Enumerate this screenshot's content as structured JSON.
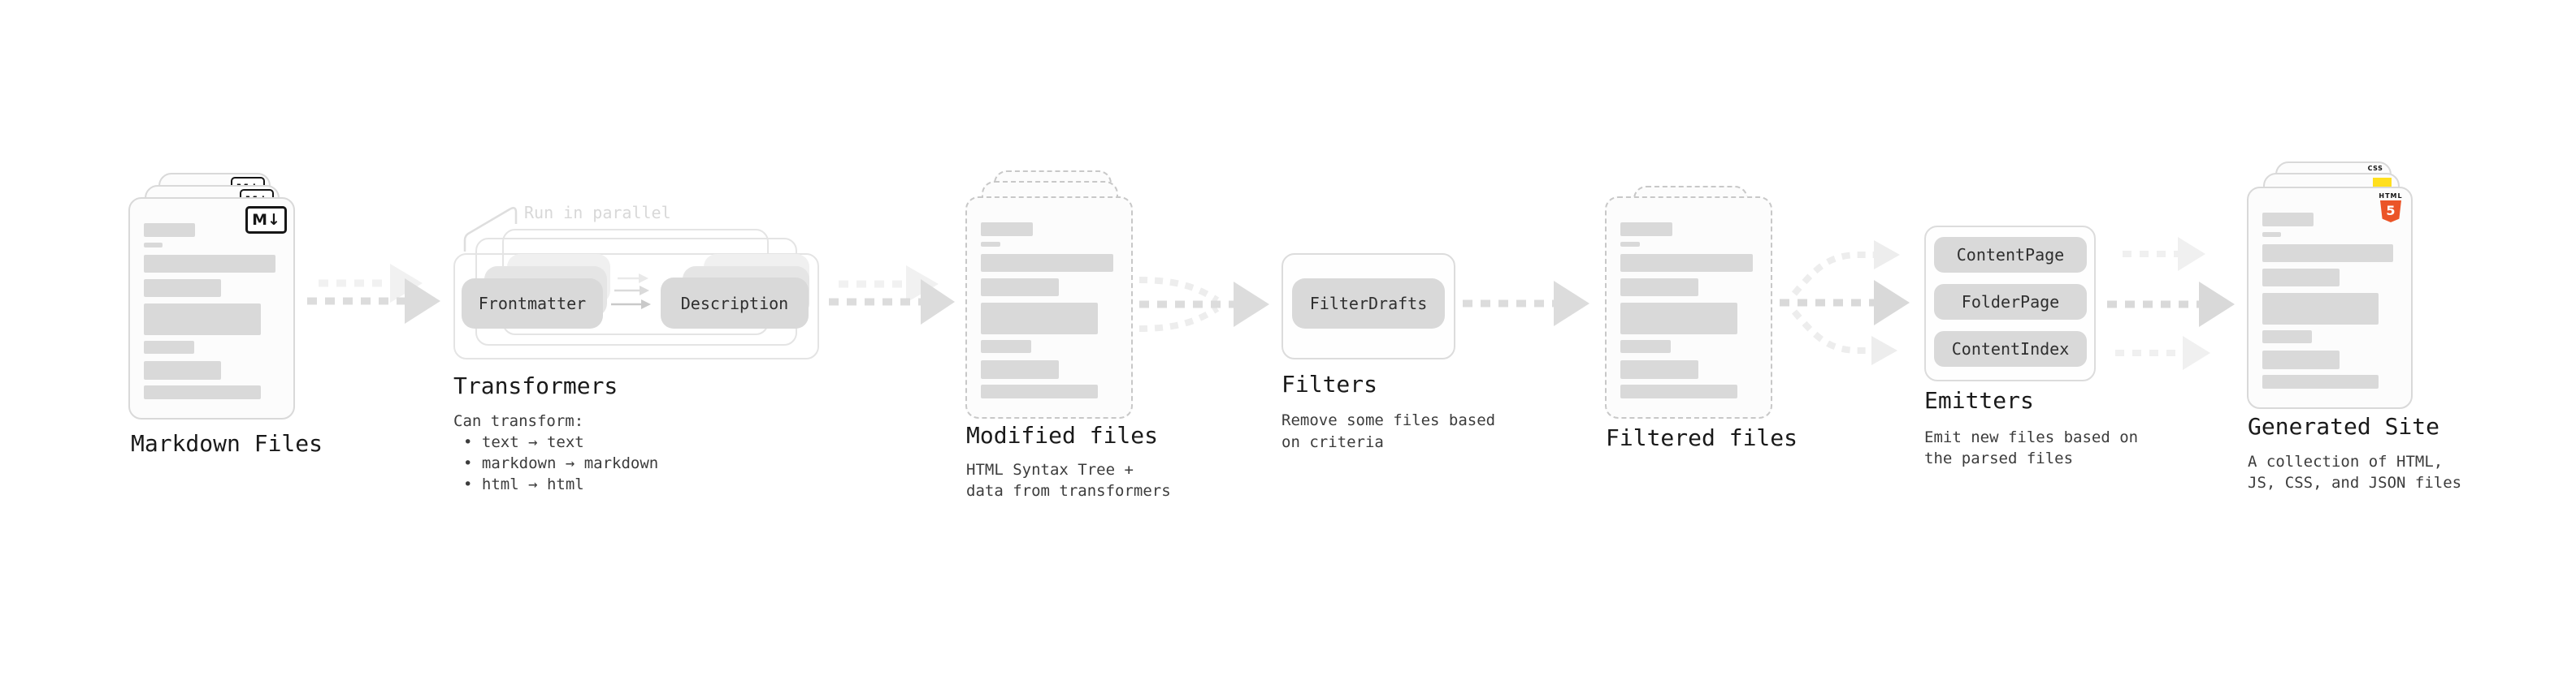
{
  "icons": {
    "markdown_badge": "markdown-icon",
    "html5_badge": "html5-icon",
    "css_badge": "css-icon",
    "js_badge": "js-icon"
  },
  "colors": {
    "html5_orange": "#eb5528",
    "js_yellow": "#ffdf1e",
    "css_blue": "#2965f1",
    "placeholder_gray": "#d9d9d9"
  },
  "markdown": {
    "label": "Markdown Files",
    "badge": "M↓"
  },
  "transformers": {
    "annotation": "Run in parallel",
    "node_frontmatter": "Frontmatter",
    "node_description": "Description",
    "label": "Transformers",
    "desc_title": "Can transform:",
    "bullets": [
      "• text → text",
      "• markdown → markdown",
      "• html → html"
    ]
  },
  "modified": {
    "label": "Modified files",
    "desc": [
      "HTML Syntax Tree +",
      "data from transformers"
    ]
  },
  "filters": {
    "node": "FilterDrafts",
    "label": "Filters",
    "desc": [
      "Remove some files based",
      "on criteria"
    ]
  },
  "filtered": {
    "label": "Filtered files"
  },
  "emitters": {
    "nodes": [
      "ContentPage",
      "FolderPage",
      "ContentIndex"
    ],
    "label": "Emitters",
    "desc": [
      "Emit new files based on",
      "the parsed files"
    ]
  },
  "site": {
    "label": "Generated Site",
    "desc": [
      "A collection of HTML,",
      "JS, CSS, and JSON files"
    ],
    "html5_word": "HTML",
    "html5_number": "5",
    "css_word": "CSS"
  }
}
